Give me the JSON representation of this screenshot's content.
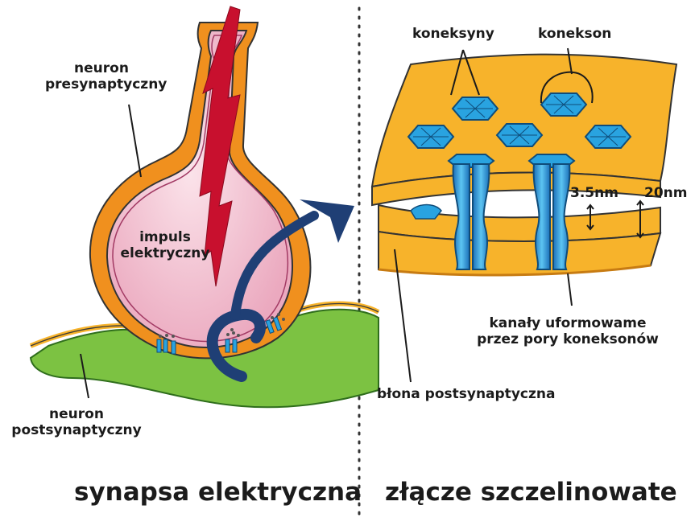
{
  "left_panel": {
    "label_presynaptic_line1": "neuron",
    "label_presynaptic_line2": "presynaptyczny",
    "label_impulse_line1": "impuls",
    "label_impulse_line2": "elektryczny",
    "label_postsynaptic_line1": "neuron",
    "label_postsynaptic_line2": "postsynaptyczny",
    "caption": "synapsa elektryczna"
  },
  "right_panel": {
    "label_connexins": "koneksyny",
    "label_connexon": "konekson",
    "label_gap_small": "3.5nm",
    "label_gap_large": "20nm",
    "label_channels_line1": "kanały uformowame",
    "label_channels_line2": "przez pory koneksonów",
    "label_membrane": "błona postsynaptyczna",
    "caption": "złącze szczelinowate"
  },
  "colors": {
    "orange_outer": "#f0901e",
    "pink_inner": "#f5c8d4",
    "green_postsynaptic": "#7cc242",
    "membrane_yellow": "#f7b32b",
    "connexon_blue": "#29a3e0",
    "arrow_navy": "#1f3f75",
    "lightning_red": "#c8102e"
  }
}
